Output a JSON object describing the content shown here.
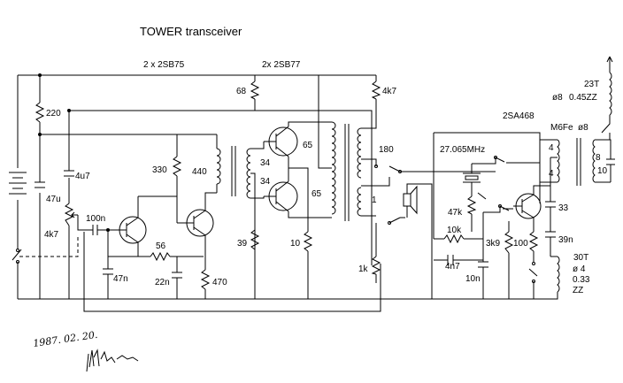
{
  "title": "TOWER transceiver",
  "sections": {
    "preamp": "2 x 2SB75",
    "power": "2x 2SB77",
    "rf": "2SA468"
  },
  "components": {
    "r220": "220",
    "r68": "68",
    "r4k7a": "4k7",
    "c4u7": "4u7",
    "c47u": "47u",
    "r330": "330",
    "t440": "440",
    "c100n": "100n",
    "pot4k7": "4k7",
    "r56": "56",
    "c47n": "47n",
    "c22n": "22n",
    "r470": "470",
    "r39": "39",
    "n34a": "34",
    "n34b": "34",
    "n65a": "65",
    "n65b": "65",
    "r10": "10",
    "n180": "180",
    "n1": "1",
    "r1k": "1k",
    "xtal": "27.065MHz",
    "r47k": "47k",
    "r10k": "10k",
    "c4n7": "4n7",
    "c10n": "10n",
    "r3k9": "3k9",
    "r100": "100",
    "c33": "33",
    "c39n": "39n",
    "coil4a": "4",
    "coil4b": "4",
    "coil8": "8",
    "c10": "10",
    "m6fe": "M6Fe",
    "m6fe_d": "ø8",
    "coil23_turns": "23T",
    "coil23_d": "ø8",
    "coil23_wire": "0.45ZZ",
    "coil30_turns": "30T",
    "coil30_d": "ø 4",
    "coil30_wire": "0.33",
    "coil30_zz": "ZZ"
  },
  "handwriting": {
    "date": "1987. 02. 20."
  }
}
